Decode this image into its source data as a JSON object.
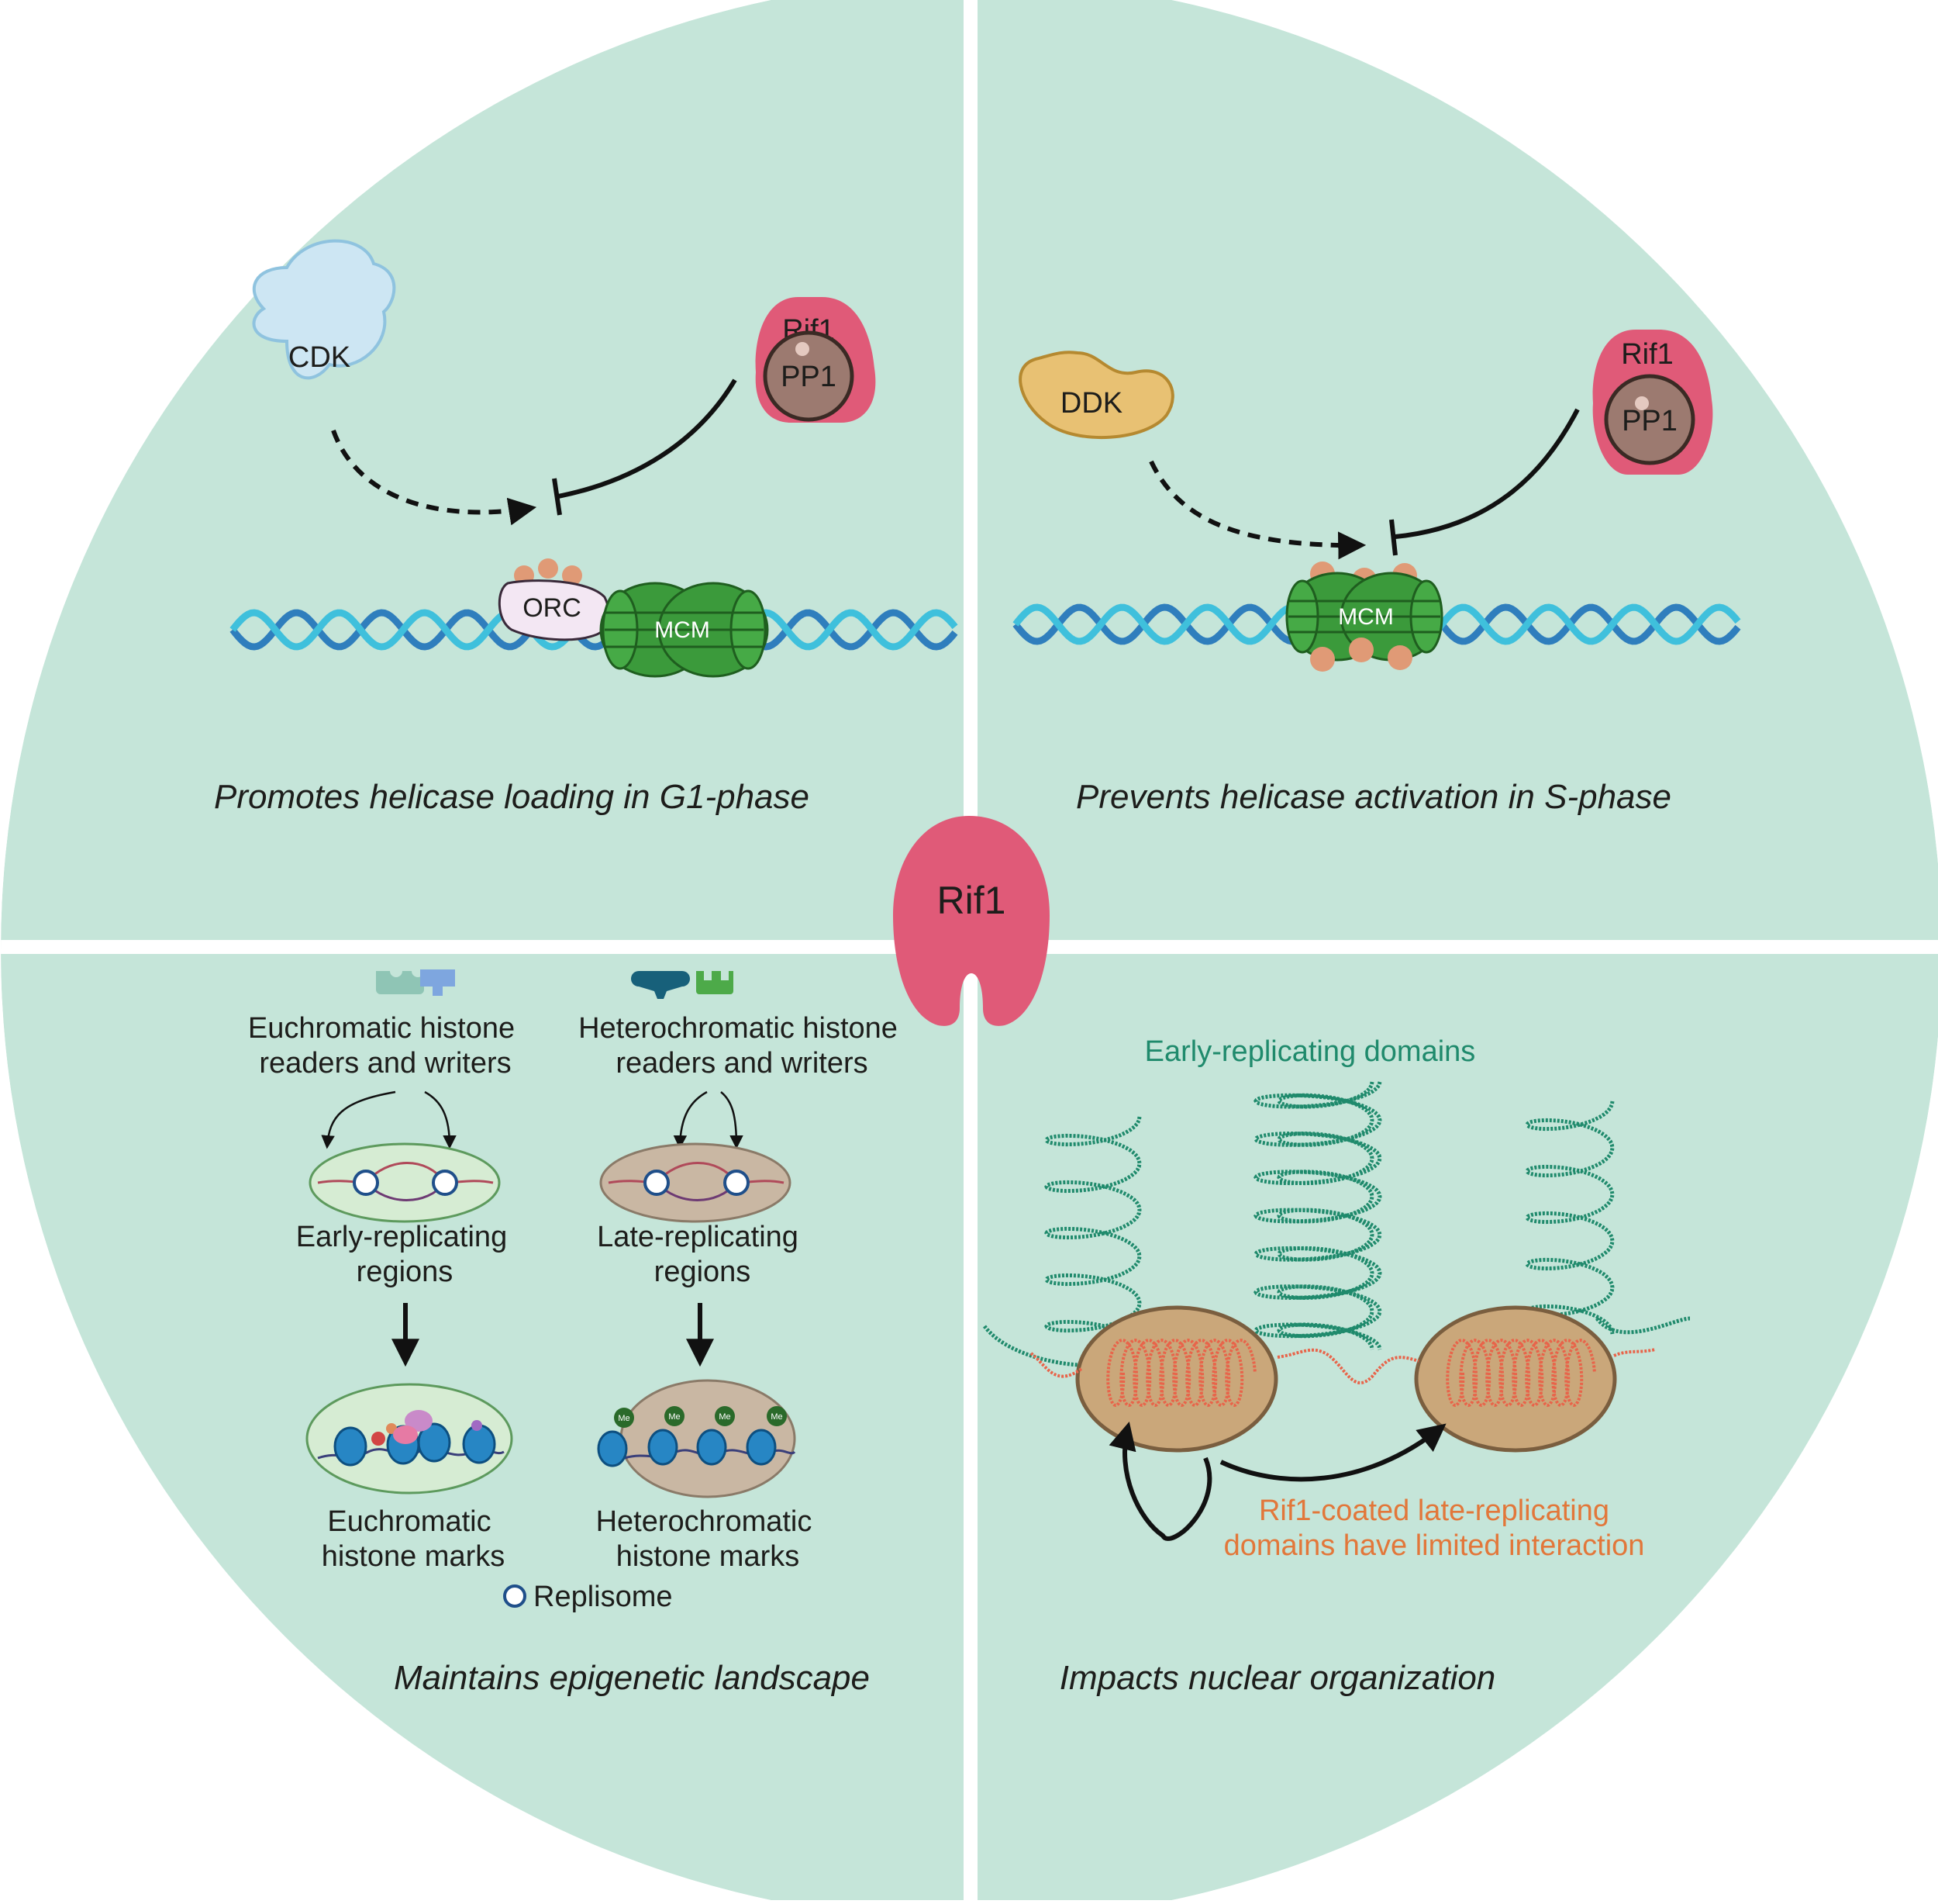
{
  "center_label": "Rif1",
  "top_left": {
    "kinase": "CDK",
    "regulator": "Rif1",
    "phosphatase": "PP1",
    "orc": "ORC",
    "mcm": "MCM",
    "caption": "Promotes helicase loading in G1-phase"
  },
  "top_right": {
    "kinase": "DDK",
    "regulator": "Rif1",
    "phosphatase": "PP1",
    "mcm": "MCM",
    "caption": "Prevents helicase activation in S-phase"
  },
  "bottom_left": {
    "eu_readers": [
      "Euchromatic histone",
      "readers and writers"
    ],
    "hetero_readers": [
      "Heterochromatic histone",
      "readers and writers"
    ],
    "early_regions": [
      "Early-replicating",
      "regions"
    ],
    "late_regions": [
      "Late-replicating",
      "regions"
    ],
    "eu_marks": [
      "Euchromatic",
      "histone marks"
    ],
    "hetero_marks": [
      "Heterochromatic",
      "histone marks"
    ],
    "me_label": "Me",
    "legend": "Replisome",
    "caption": "Maintains epigenetic landscape"
  },
  "bottom_right": {
    "early_domains": "Early-replicating domains",
    "late_domains": [
      "Rif1-coated late-replicating",
      "domains have limited interaction"
    ],
    "caption": "Impacts nuclear organization"
  },
  "colors": {
    "panel": "#c5e5d9",
    "rif1": "#e05a78",
    "pp1": "#9c7a70",
    "cdk": "#cde6f3",
    "ddk": "#e8c173",
    "orc": "#f3e7f3",
    "mcm": "#3b9a3b",
    "phospho": "#e09a76",
    "dna_dark": "#2f7ebd",
    "dna_light": "#3fc0dc",
    "early_text": "#1f8a6c",
    "late_text": "#e2773a",
    "nucleus": "#caa77a"
  }
}
